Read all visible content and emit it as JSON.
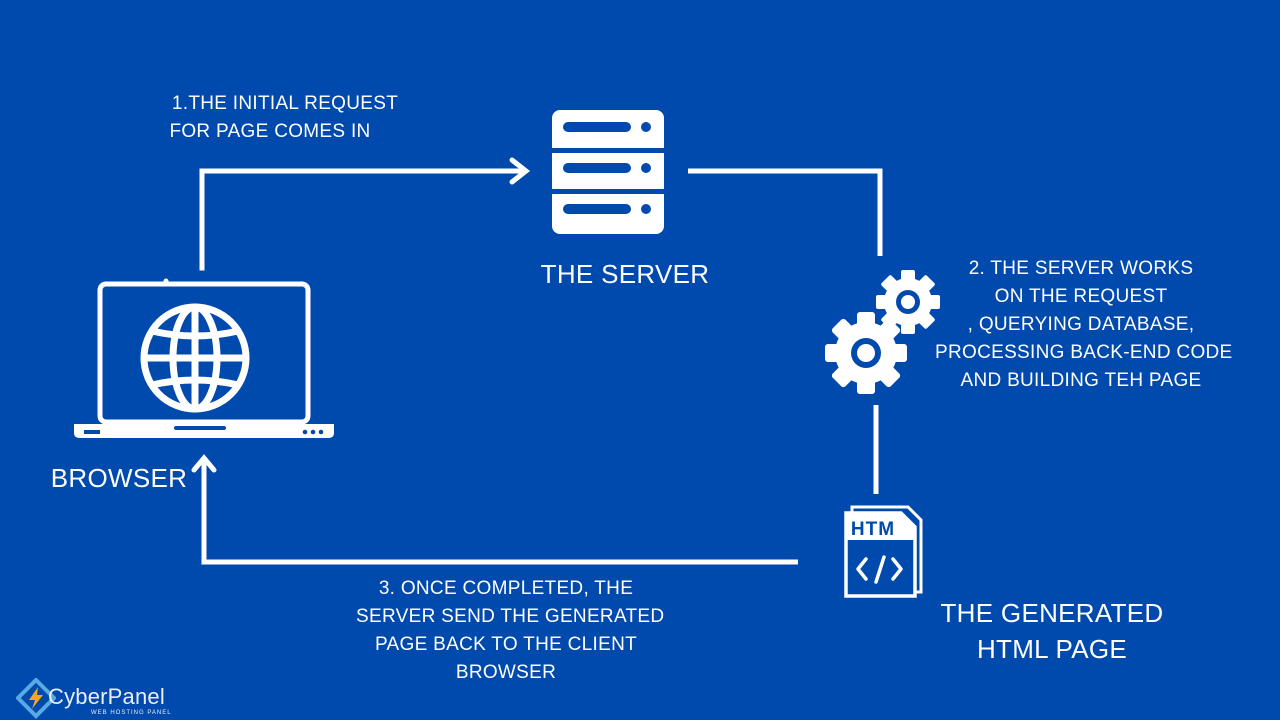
{
  "colors": {
    "background": "#004aad",
    "foreground": "#ffffff",
    "logo_accent": "#f5a623"
  },
  "nodes": {
    "browser": {
      "label": "BROWSER",
      "icon": "laptop-globe-icon"
    },
    "server": {
      "label": "THE SERVER",
      "icon": "server-rack-icon"
    },
    "processing": {
      "icon": "gears-icon"
    },
    "generated_page": {
      "label_lines": [
        "THE GENERATED",
        "HTML PAGE"
      ],
      "icon": "html-file-icon",
      "icon_text": "HTM"
    }
  },
  "steps": [
    {
      "lines": [
        "1.THE INITIAL REQUEST",
        "FOR PAGE COMES IN"
      ]
    },
    {
      "lines": [
        "2. THE SERVER WORKS",
        "ON THE REQUEST",
        ", QUERYING DATABASE,",
        "PROCESSING BACK-END CODE",
        "AND BUILDING TEH PAGE"
      ]
    },
    {
      "lines": [
        "3. ONCE COMPLETED, THE",
        "SERVER SEND THE GENERATED",
        "PAGE BACK TO THE CLIENT",
        "BROWSER"
      ]
    }
  ],
  "branding": {
    "name": "CyberPanel",
    "tagline": "WEB HOSTING PANEL"
  }
}
